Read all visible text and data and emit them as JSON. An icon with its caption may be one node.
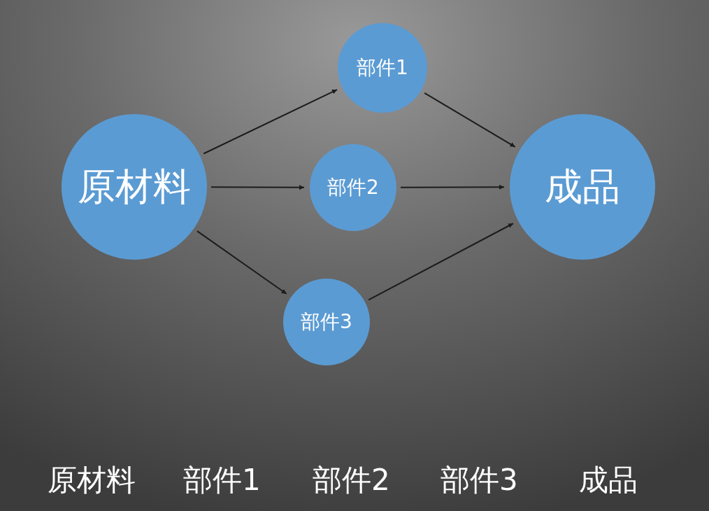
{
  "diagram": {
    "nodes": [
      {
        "text": [
          "原材料"
        ]
      },
      {
        "text": [
          "部件1"
        ]
      },
      {
        "text": [
          "部件2"
        ]
      },
      {
        "text": [
          "部件3"
        ]
      },
      {
        "text": [
          "成品"
        ]
      }
    ],
    "edges": [
      {
        "from": 0,
        "to": 1,
        "arrow": "to"
      },
      {
        "from": 0,
        "to": 2,
        "arrow": "to"
      },
      {
        "from": 0,
        "to": 3,
        "arrow": "to"
      },
      {
        "from": 1,
        "to": 4,
        "arrow": "to"
      },
      {
        "from": 2,
        "to": 4,
        "arrow": "to"
      },
      {
        "from": 3,
        "to": 4,
        "arrow": "to"
      }
    ],
    "labels": [
      "原材料",
      "部件1",
      "部件2",
      "部件3",
      "成品"
    ]
  }
}
